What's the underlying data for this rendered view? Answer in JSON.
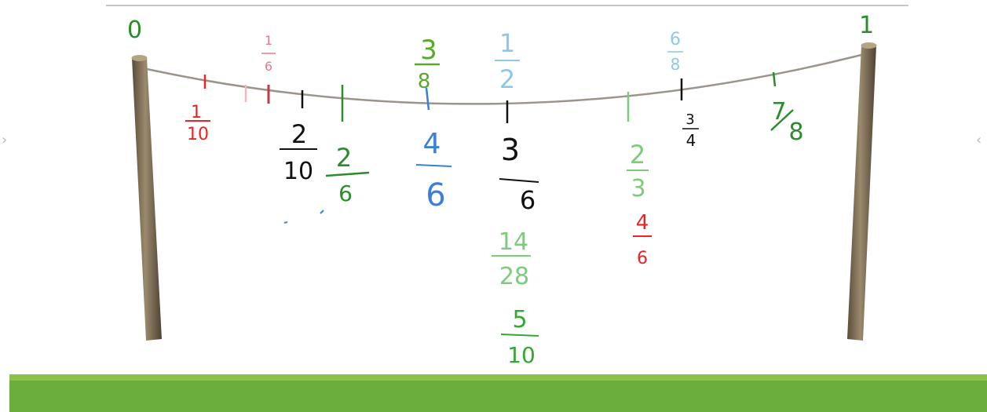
{
  "scene": {
    "background": "#ffffff",
    "footer_color": "#6cae3d",
    "footer_highlight": "#8bc24c",
    "endpoints": {
      "left": "0",
      "right": "1"
    }
  },
  "nav": {
    "prev_icon": "chevron-left-icon",
    "next_icon": "chevron-right-icon",
    "prev_glyph": "›",
    "next_glyph": "‹"
  },
  "colors": {
    "black": "#111111",
    "red": "#ee2222",
    "pink": "#e77a8a",
    "dark_green": "#2a8c2a",
    "mid_green": "#33a833",
    "light_green": "#7ccc7c",
    "olive_green": "#5ca82a",
    "blue": "#3b7fd8",
    "light_blue": "#8cc8ea",
    "rope": "#9a948a",
    "pole": "#7a6a52"
  },
  "fractions": [
    {
      "num": "1",
      "den": "10",
      "color": "red"
    },
    {
      "num": "1",
      "den": "6",
      "color": "pink"
    },
    {
      "num": "2",
      "den": "10",
      "color": "black"
    },
    {
      "num": "2",
      "den": "6",
      "color": "dark_green"
    },
    {
      "num": "3",
      "den": "8",
      "color": "olive_green"
    },
    {
      "num": "4",
      "den": "6",
      "color": "blue"
    },
    {
      "num": "1",
      "den": "2",
      "color": "light_blue"
    },
    {
      "num": "3",
      "den": "6",
      "color": "black"
    },
    {
      "num": "14",
      "den": "28",
      "color": "light_green"
    },
    {
      "num": "5",
      "den": "10",
      "color": "mid_green"
    },
    {
      "num": "2",
      "den": "3",
      "color": "light_green"
    },
    {
      "num": "4",
      "den": "6",
      "color": "red"
    },
    {
      "num": "6",
      "den": "8",
      "color": "light_blue"
    },
    {
      "num": "3",
      "den": "4",
      "color": "black"
    },
    {
      "num": "7",
      "den": "8",
      "color": "dark_green"
    }
  ]
}
